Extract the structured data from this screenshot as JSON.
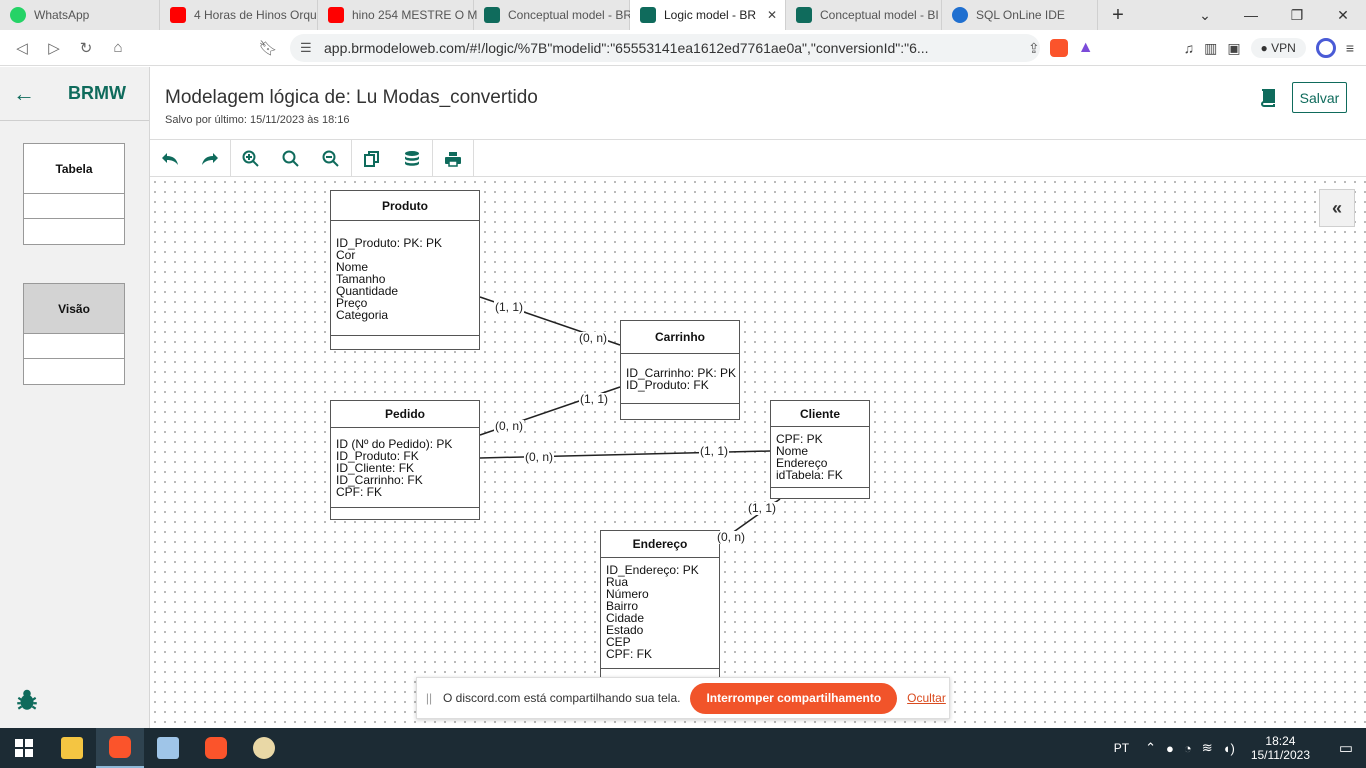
{
  "browser": {
    "tabs": [
      {
        "label": "WhatsApp",
        "fav": "fav-wa",
        "active": false
      },
      {
        "label": "4 Horas de Hinos Orqu",
        "fav": "fav-yt",
        "active": false
      },
      {
        "label": "hino 254 MESTRE O M",
        "fav": "fav-yt",
        "active": false
      },
      {
        "label": "Conceptual model - BR",
        "fav": "fav-br",
        "active": false
      },
      {
        "label": "Logic model - BR",
        "fav": "fav-br",
        "active": true
      },
      {
        "label": "Conceptual model - BI",
        "fav": "fav-br",
        "active": false
      },
      {
        "label": "SQL OnLine IDE",
        "fav": "fav-sql",
        "active": false
      }
    ],
    "url": "app.brmodeloweb.com/#!/logic/%7B\"modelid\":\"65553141ea1612ed7761ae0a\",\"conversionId\":\"6...",
    "vpn_label": "VPN"
  },
  "app": {
    "brand": "BRMW",
    "title": "Modelagem lógica de: Lu Modas_convertido",
    "subtitle": "Salvo por último: 15/11/2023 às 18:16",
    "save_label": "Salvar",
    "palette": {
      "table_label": "Tabela",
      "view_label": "Visão"
    },
    "collapse_icon": "«"
  },
  "toolbar": {
    "icons": [
      "undo-icon",
      "redo-icon",
      "zoom-in-icon",
      "zoom-reset-icon",
      "zoom-out-icon",
      "copy-icon",
      "database-icon",
      "print-icon"
    ]
  },
  "diagram": {
    "entities": {
      "produto": {
        "name": "Produto",
        "attributes": [
          "ID_Produto: PK: PK",
          "Cor",
          "Nome",
          "Tamanho",
          "Quantidade",
          "Preço",
          "Categoria"
        ]
      },
      "carrinho": {
        "name": "Carrinho",
        "attributes": [
          "ID_Carrinho: PK: PK",
          "ID_Produto: FK"
        ]
      },
      "pedido": {
        "name": "Pedido",
        "attributes": [
          "ID (Nº do Pedido): PK",
          "ID_Produto: FK",
          "ID_Cliente: FK",
          "ID_Carrinho: FK",
          "CPF: FK"
        ]
      },
      "cliente": {
        "name": "Cliente",
        "attributes": [
          "CPF: PK",
          "Nome",
          "Endereço",
          "idTabela: FK"
        ]
      },
      "endereco": {
        "name": "Endereço",
        "attributes": [
          "ID_Endereço: PK",
          "Rua",
          "Número",
          "Bairro",
          "Cidade",
          "Estado",
          "CEP",
          "CPF: FK"
        ]
      }
    },
    "cardinalities": {
      "produto_carrinho_a": "(1, 1)",
      "produto_carrinho_b": "(0, n)",
      "carrinho_pedido_a": "(1, 1)",
      "carrinho_pedido_b": "(0, n)",
      "pedido_cliente_a": "(0, n)",
      "pedido_cliente_b": "(1, 1)",
      "cliente_endereco_a": "(1, 1)",
      "cliente_endereco_b": "(0, n)"
    }
  },
  "share_notice": {
    "message": "O discord.com está compartilhando sua tela.",
    "stop_label": "Interromper compartilhamento",
    "hide_label": "Ocultar"
  },
  "taskbar": {
    "lang": "PT",
    "time": "18:24",
    "date": "15/11/2023"
  }
}
